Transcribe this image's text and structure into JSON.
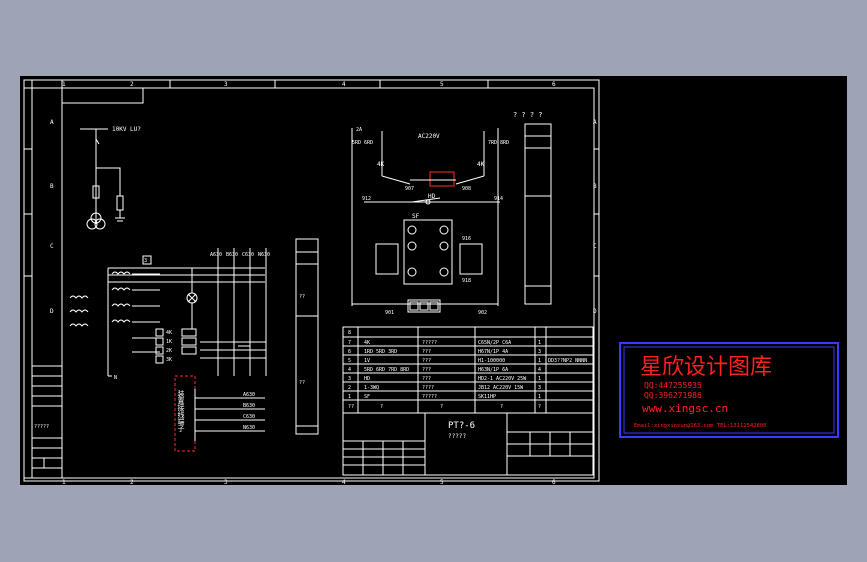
{
  "drawing": {
    "col_labels": [
      "1",
      "2",
      "3",
      "4",
      "5",
      "6"
    ],
    "row_labels": [
      "A",
      "B",
      "C",
      "D"
    ],
    "top_right_marks": "? ? ? ?",
    "title": "PT?-6",
    "subtitle": "?????",
    "colors": {
      "background": "#000000",
      "lines": "#ffffff",
      "highlight": "#ff2a2a",
      "watermark_border": "#3a3aff",
      "watermark_text": "#ff2020",
      "page": "#9ea3b5"
    }
  },
  "labels": {
    "hv_feed": "10KV  LU?",
    "ac220": "AC220V",
    "n2a": "2A",
    "n5rd": "5RD 6RD",
    "n7rd": "7RD 8RD",
    "k4_left": "4K",
    "k4_right": "4K",
    "n907": "907",
    "n908": "908",
    "n912": "912",
    "n914": "914",
    "hd": "HD",
    "sf": "SF",
    "n916": "916",
    "n918": "918",
    "n901": "901",
    "n902": "902",
    "n3": "3",
    "bus_a": "A630",
    "bus_b": "B630",
    "bus_c": "C630",
    "bus_n": "N630",
    "bus_4": "A630",
    "bus_5": "B630",
    "bus_6": "C630",
    "bus_7": "N630",
    "gnd_label": "N",
    "relay_labels": [
      "4K",
      "1K",
      "2K",
      "3K"
    ],
    "vertical_box": "装置接线端子"
  },
  "table": {
    "rows": [
      {
        "no": "8",
        "code": "",
        "name": "",
        "spec": "",
        "qty": ""
      },
      {
        "no": "7",
        "code": "4K",
        "name": "?????",
        "spec": "C65N/2P  C6A",
        "qty": "1"
      },
      {
        "no": "6",
        "code": "1RD 5RD 3RD",
        "name": "???",
        "spec": "H67N/1P  4A",
        "qty": "3"
      },
      {
        "no": "5",
        "code": "1V",
        "name": "???",
        "spec": "H1-100000",
        "qty": "1"
      },
      {
        "no": "4",
        "code": "5RD 6RD 7RD 8RD",
        "name": "???",
        "spec": "H63N/1P  6A",
        "qty": "4"
      },
      {
        "no": "3",
        "code": "HD",
        "name": "???",
        "spec": "HD2-1  AC220V  25W",
        "qty": "1"
      },
      {
        "no": "2",
        "code": "1-3WQ",
        "name": "????",
        "spec": "JB12  AC220V  15W",
        "qty": "3"
      },
      {
        "no": "1",
        "code": "SF",
        "name": "?????",
        "spec": "SK11HP",
        "qty": "1"
      },
      {
        "no": "??",
        "code": "?",
        "name": "?",
        "spec": "?",
        "qty": "?"
      }
    ],
    "extra_row_note": "DD3??NP2 NNNN"
  },
  "left_notes": [
    "?????"
  ],
  "watermark": {
    "title": "星欣设计图库",
    "qq1": "QQ:447255935",
    "qq2": "QQ:396271986",
    "url": "www.xingsc.cn",
    "email": "Email:xingxinsun@163.com  TEL:13111542800"
  }
}
